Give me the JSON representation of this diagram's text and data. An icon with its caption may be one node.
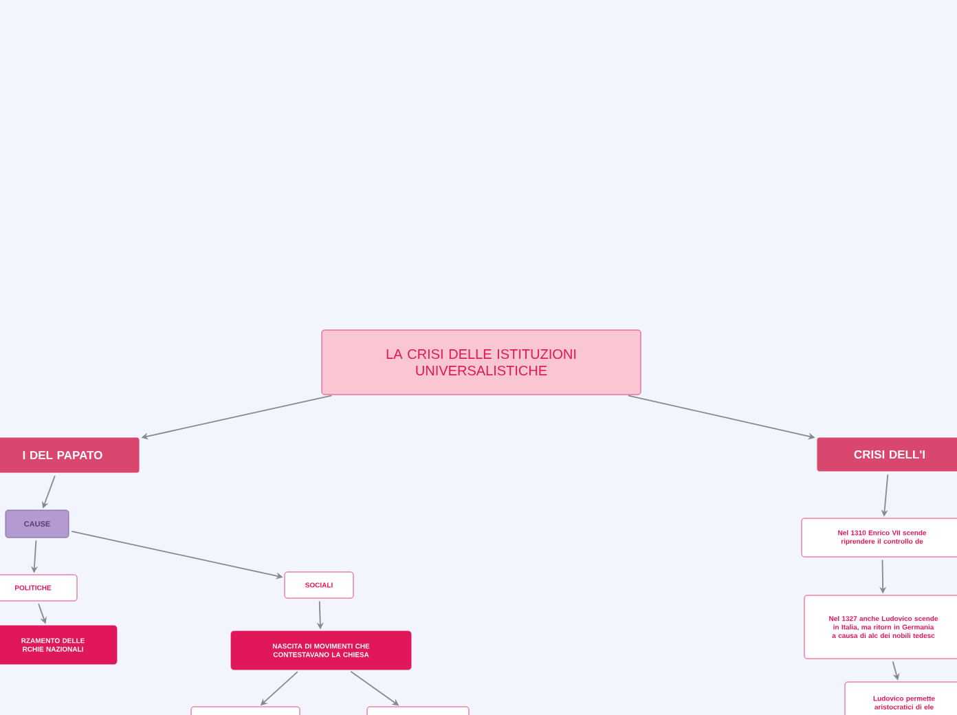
{
  "diagram": {
    "nodes": [
      {
        "text": [
          "LA CRISI DELLE ISTITUZIONI UNIVERSALISTICHE"
        ]
      },
      {
        "text": [
          "I DEL PAPATO"
        ]
      },
      {
        "text": [
          "CAUSE"
        ]
      },
      {
        "text": [
          "POLITICHE"
        ]
      },
      {
        "text": [
          "RZAMENTO DELLE RCHIE NAZIONALI"
        ]
      },
      {
        "text": [
          "SOCIALI"
        ]
      },
      {
        "text": [
          "NASCITA DI MOVIMENTI CHE CONTESTAVANO LA CHIESA"
        ]
      },
      {
        "text": [],
        "shape": "box"
      },
      {
        "text": [],
        "shape": "box"
      },
      {
        "text": [
          "CRISI DELL'I"
        ]
      },
      {
        "text": [
          "Nel 1310 Enrico VII scende riprendere il controllo de"
        ]
      },
      {
        "text": [
          "Nel 1327 anche Ludovico scende in Italia, ma ritorn in Germania a causa di alc dei nobili tedesc"
        ]
      },
      {
        "text": [
          "Ludovico permette aristocratici di ele"
        ]
      }
    ],
    "edges": [
      {
        "from": 0,
        "to": 1,
        "arrow": "to"
      },
      {
        "from": 0,
        "to": 9,
        "arrow": "to"
      },
      {
        "from": 1,
        "to": 2,
        "arrow": "to"
      },
      {
        "from": 2,
        "to": 3,
        "arrow": "to"
      },
      {
        "from": 3,
        "to": 4,
        "arrow": "to"
      },
      {
        "from": 2,
        "to": 5,
        "arrow": "to"
      },
      {
        "from": 5,
        "to": 6,
        "arrow": "to"
      },
      {
        "from": 6,
        "to": 7,
        "arrow": "to"
      },
      {
        "from": 6,
        "to": 8,
        "arrow": "to"
      },
      {
        "from": 9,
        "to": 10,
        "arrow": "to"
      },
      {
        "from": 10,
        "to": 11,
        "arrow": "to"
      },
      {
        "from": 11,
        "to": 12,
        "arrow": "to"
      }
    ]
  }
}
